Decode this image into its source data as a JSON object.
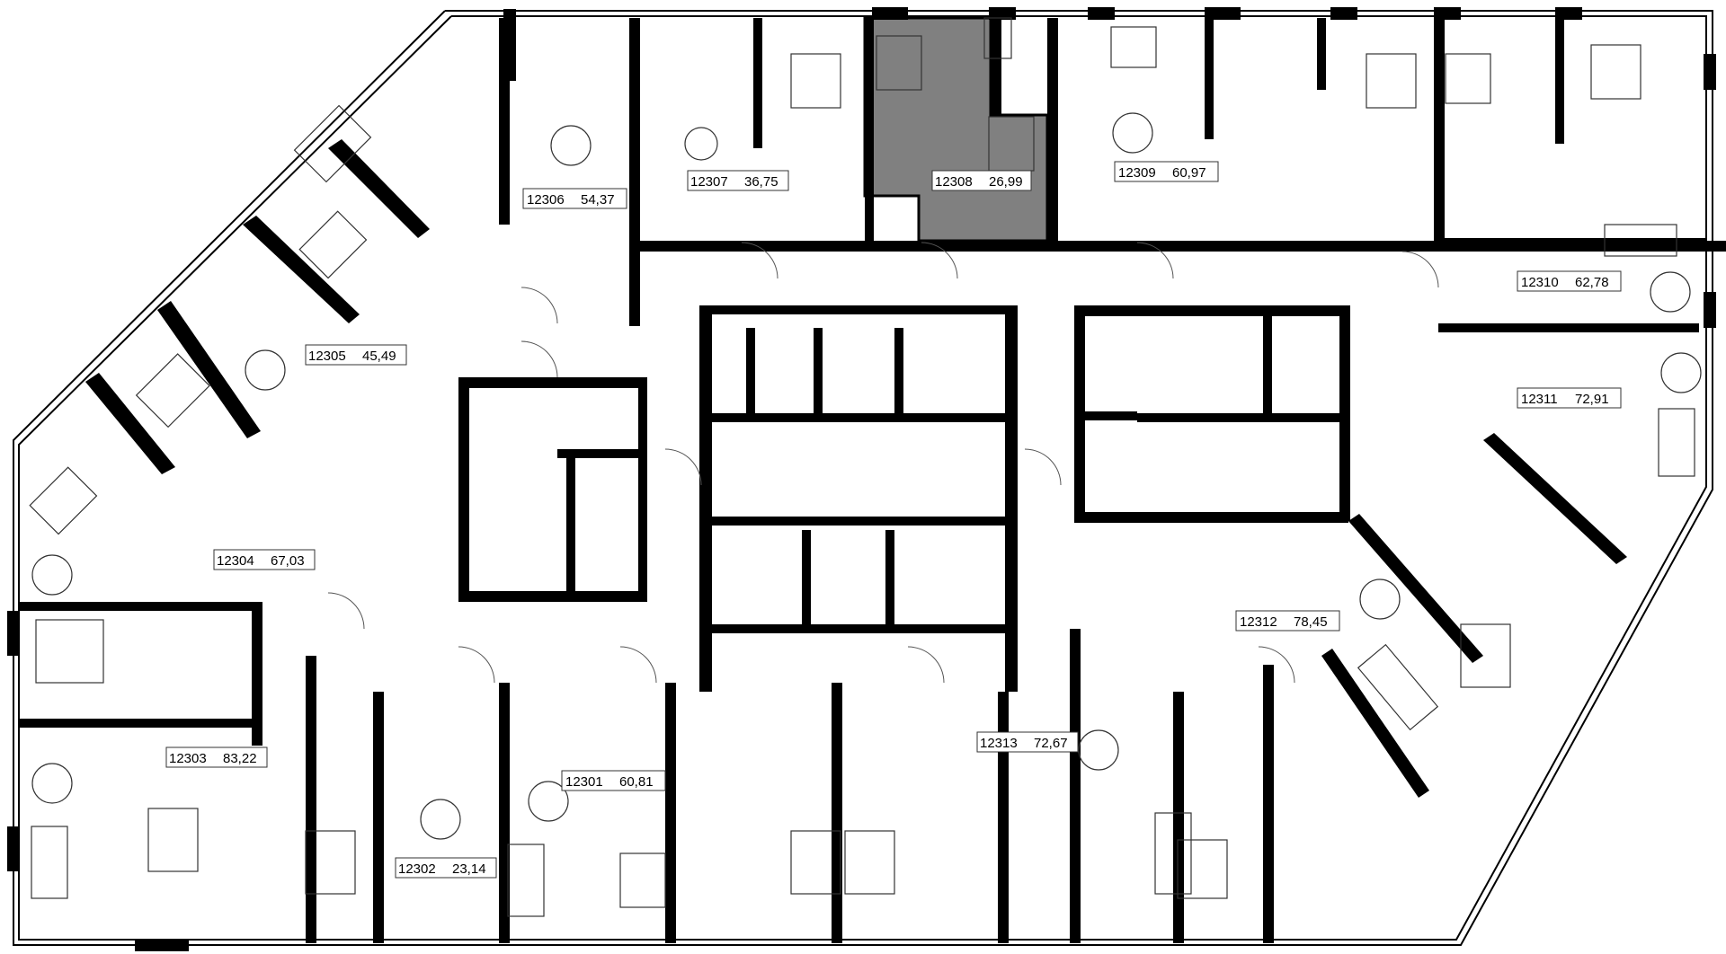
{
  "plan": {
    "highlight_color": "#808080",
    "wall_color": "#000000",
    "highlighted_unit": "12308",
    "units": [
      {
        "id": "12301",
        "area": "60,81"
      },
      {
        "id": "12302",
        "area": "23,14"
      },
      {
        "id": "12303",
        "area": "83,22"
      },
      {
        "id": "12304",
        "area": "67,03"
      },
      {
        "id": "12305",
        "area": "45,49"
      },
      {
        "id": "12306",
        "area": "54,37"
      },
      {
        "id": "12307",
        "area": "36,75"
      },
      {
        "id": "12308",
        "area": "26,99"
      },
      {
        "id": "12309",
        "area": "60,97"
      },
      {
        "id": "12310",
        "area": "62,78"
      },
      {
        "id": "12311",
        "area": "72,91"
      },
      {
        "id": "12312",
        "area": "78,45"
      },
      {
        "id": "12313",
        "area": "72,67"
      }
    ]
  }
}
